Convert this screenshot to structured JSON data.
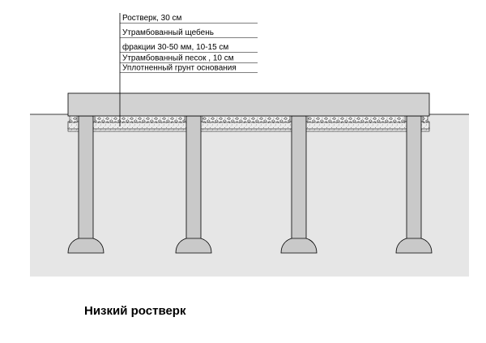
{
  "caption": "Низкий ростверк",
  "callout": {
    "lines": [
      "Ростверк, 30 см",
      "Утрамбованный щебень",
      "фракции 30-50 мм, 10-15 см",
      "Утрамбованный песок , 10 см",
      "Уплотненный грунт основания"
    ]
  },
  "pile_count": 4,
  "colors": {
    "ground": "#e6e6e6",
    "slab": "#d2d2d2",
    "pile": "#c9c9c9",
    "sand": "#ececec",
    "stroke": "#000000",
    "gravel": "#555555"
  }
}
